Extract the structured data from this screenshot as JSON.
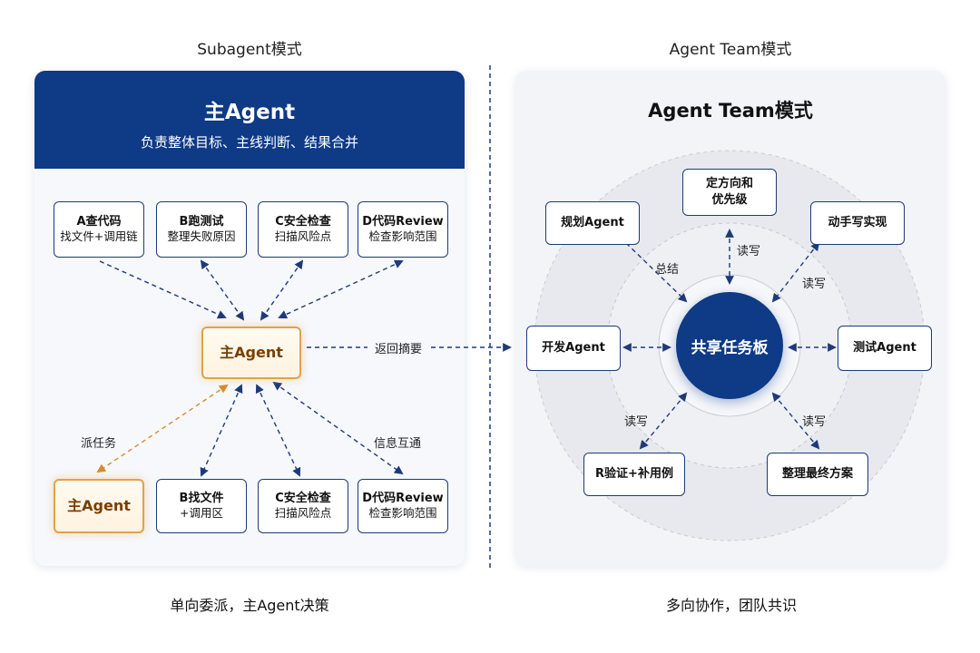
{
  "left": {
    "title": "Subagent模式",
    "header_title": "主Agent",
    "header_subtitle": "负责整体目标、主线判断、结果合并",
    "top_nodes": [
      {
        "title": "A查代码",
        "sub": "找文件+调用链"
      },
      {
        "title": "B跑测试",
        "sub": "整理失败原因"
      },
      {
        "title": "C安全检查",
        "sub": "扫描风险点"
      },
      {
        "title": "D代码Review",
        "sub": "检查影响范围"
      }
    ],
    "center_node": "主Agent",
    "return_label": "返回摘要",
    "dispatch_label": "派任务",
    "info_label": "信息互通",
    "bottom_nodes": [
      {
        "title": "主Agent",
        "sub": ""
      },
      {
        "title": "B找文件",
        "sub": "+调用区"
      },
      {
        "title": "C安全检查",
        "sub": "扫描风险点"
      },
      {
        "title": "D代码Review",
        "sub": "检查影响范围"
      }
    ],
    "footer": "单向委派，主Agent决策"
  },
  "right": {
    "title": "Agent Team模式",
    "panel_title": "Agent Team模式",
    "hub": "共享任务板",
    "nodes": {
      "direction": "定方向和\n优先级",
      "plan": "规划Agent",
      "impl": "动手写实现",
      "dev": "开发Agent",
      "test": "测试Agent",
      "verify": "R验证+补用例",
      "final": "整理最终方案"
    },
    "edge_labels": {
      "top": "读写",
      "summary": "总结",
      "top_right": "读写",
      "bottom_left": "读写",
      "bottom_right": "读写"
    },
    "footer": "多向协作，团队共识"
  },
  "colors": {
    "navy": "#0e3a86",
    "node_border": "#1e3a73",
    "orange": "#e0a24a",
    "arrow": "#1f3a78",
    "orange_arrow": "#d98a2b"
  }
}
